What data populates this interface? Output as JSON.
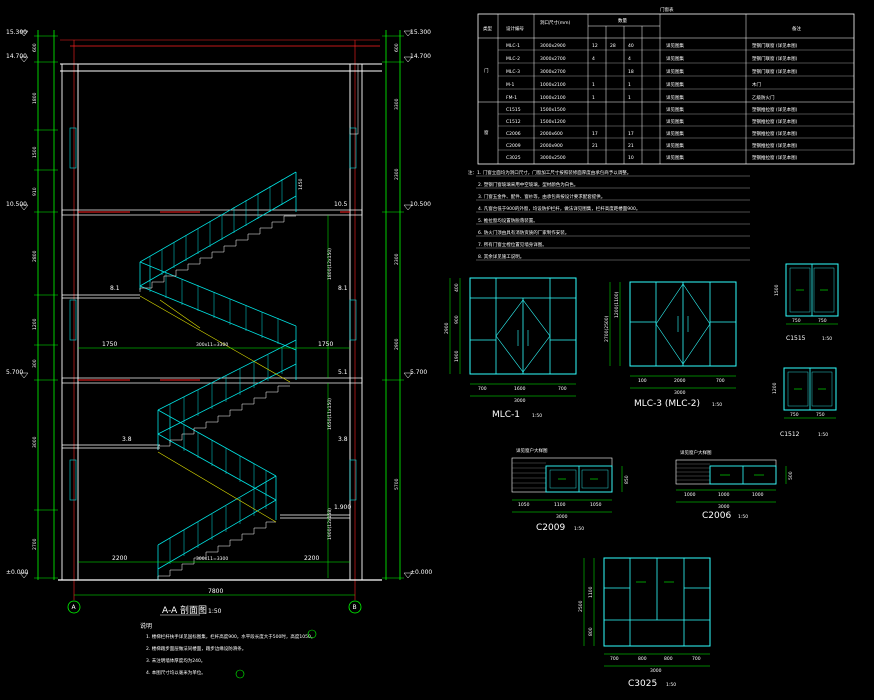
{
  "section": {
    "title": "A-A 剖面图",
    "scale": "1:50",
    "elev_left": [
      "15.300",
      "14.700",
      "10.500",
      "5.700",
      "±0.000"
    ],
    "elev_right": [
      "15.300",
      "14.700",
      "10.500",
      "5.700",
      "±0.000"
    ],
    "dims_left": [
      "600",
      "1800",
      "1500",
      "910",
      "2800",
      "1200",
      "300",
      "3000",
      "2700"
    ],
    "dims_right": [
      "600",
      "3300",
      "2300",
      "2300",
      "2900",
      "5700"
    ],
    "inner_levels": [
      "10.5",
      "8.1",
      "5.1",
      "3.8",
      "1.900"
    ],
    "stair_dims": [
      "1750",
      "1750",
      "2200",
      "2200",
      "300x11=3300",
      "300x11=3300"
    ],
    "total_width": "7800",
    "axis_a": "A",
    "axis_b": "B",
    "top_label": "1450",
    "notes_title": "说明",
    "notes": [
      "1. 楼梯栏杆扶手详见国标图集，栏杆高度900，水平段长度大于500时，高度1050。",
      "2. 楼梯踏步面层做法同楼面，踏步边缘设防滑条。",
      "3. 未注明墙体厚度均为240。",
      "4. 本图尺寸均以毫米为单位。"
    ]
  },
  "table": {
    "title": "门窗表",
    "headers": [
      "类型",
      "设计编号",
      "洞口尺寸(mm)",
      "数量",
      "备注"
    ],
    "group_door": "门",
    "group_window": "窗",
    "rows": [
      [
        "MLC-1",
        "3000x2900",
        "12",
        "28",
        "40",
        "详见图集",
        "塑钢门联窗 (详见本图)"
      ],
      [
        "MLC-2",
        "3000x2700",
        "4",
        "",
        "4",
        "详见图集",
        "塑钢门联窗 (详见本图)"
      ],
      [
        "MLC-3",
        "3000x2700",
        "",
        "",
        "18",
        "详见图集",
        "塑钢门联窗 (详见本图)"
      ],
      [
        "M-1",
        "1000x2100",
        "1",
        "",
        "1",
        "详见图集",
        "木门"
      ],
      [
        "FM-1",
        "1000x2100",
        "1",
        "",
        "1",
        "详见图集",
        "乙级防火门"
      ],
      [
        "C1515",
        "1500x1500",
        "",
        "",
        "",
        "详见图集",
        "塑钢推拉窗 (详见本图)"
      ],
      [
        "C1512",
        "1500x1200",
        "",
        "",
        "",
        "详见图集",
        "塑钢推拉窗 (详见本图)"
      ],
      [
        "C2006",
        "2000x600",
        "17",
        "",
        "17",
        "详见图集",
        "塑钢推拉窗 (详见本图)"
      ],
      [
        "C2009",
        "2000x900",
        "21",
        "",
        "21",
        "详见图集",
        "塑钢推拉窗 (详见本图)"
      ],
      [
        "C3025",
        "3000x2500",
        "",
        "",
        "10",
        "详见图集",
        "塑钢推拉窗 (详见本图)"
      ]
    ],
    "notes": [
      "注：1. 门窗立面均为洞口尺寸，门窗加工尺寸按照装修面厚度由承包商予以调整。",
      "2. 塑钢门窗玻璃采用中空玻璃，型材颜色为白色。",
      "3. 门窗五金件、配件、窗纱等，由承包商按设计要求配套提供。",
      "4. 凡窗台低于900的外窗，均设防护栏杆，做法详见图集，栏杆高度距楼面900。",
      "5. 推拉窗均设置防脱落装置。",
      "6. 防火门须由具有消防资质的厂家制作安装。",
      "7. 所有门窗立樘位置见墙身详图。",
      "8. 其余详见施工说明。"
    ]
  },
  "windows": {
    "mlc1": {
      "name": "MLC-1",
      "scale": "1:50",
      "w": [
        "700",
        "1600",
        "700"
      ],
      "total": "3000",
      "h": [
        "400",
        "900",
        "1900"
      ],
      "hall": "2900"
    },
    "mlc3": {
      "name": "MLC-3 (MLC-2)",
      "scale": "1:50",
      "w": [
        "100",
        "2000",
        "700"
      ],
      "total": "3000",
      "h": [
        "1200(1100)"
      ],
      "hall": "2700(2500)"
    },
    "c1515": {
      "name": "C1515",
      "scale": "1:50",
      "w": [
        "750",
        "750"
      ],
      "h": "1500"
    },
    "c1512": {
      "name": "C1512",
      "scale": "1:50",
      "w": [
        "750",
        "750"
      ],
      "h": "1200"
    },
    "c2009": {
      "name": "C2009",
      "scale": "1:50",
      "w": [
        "1050",
        "1100",
        "1050"
      ],
      "total": "3000",
      "h": "850",
      "label": "详见窗户大样图"
    },
    "c2006": {
      "name": "C2006",
      "scale": "1:50",
      "w": [
        "1000",
        "1000",
        "1000"
      ],
      "total": "3000",
      "h": "500",
      "label": "详见窗户大样图"
    },
    "c3025": {
      "name": "C3025",
      "scale": "1:50",
      "w": [
        "700",
        "800",
        "800",
        "700"
      ],
      "total": "3000",
      "h": [
        "2500",
        "1100",
        "800"
      ]
    }
  },
  "colors": {
    "line": "#ffffff",
    "stair": "#00e0e0",
    "dim": "#00ff00",
    "red": "#ff2020",
    "yellow": "#e0e000",
    "frame": "#30ffff",
    "gray": "#b0b0b0"
  }
}
